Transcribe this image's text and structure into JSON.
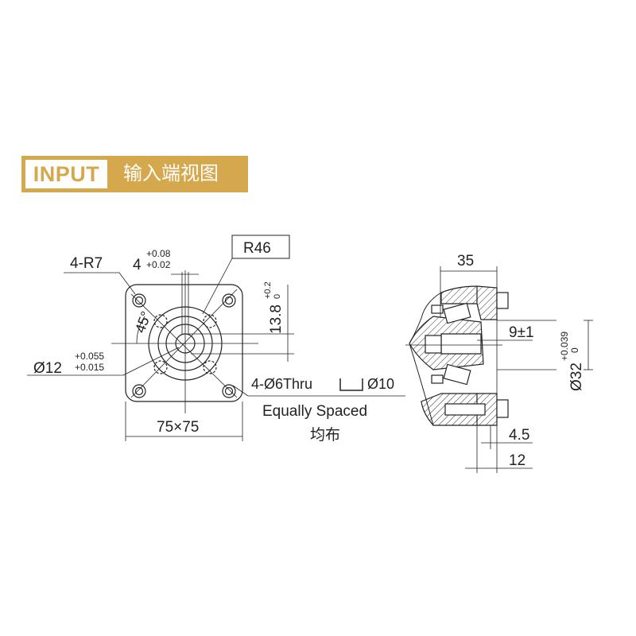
{
  "header": {
    "tag": "INPUT",
    "title": "输入端视图"
  },
  "front_view": {
    "corner_radius_label": "4-R7",
    "keyway_width": "4",
    "keyway_tol_upper": "+0.08",
    "keyway_tol_lower": "+0.02",
    "pcd_label": "R46",
    "key_height": "13.8",
    "key_height_tol_upper": "+0.2",
    "key_height_tol_lower": "0",
    "angle_label": "45°",
    "shaft_dia": "Ø12",
    "shaft_tol_upper": "+0.055",
    "shaft_tol_lower": "+0.015",
    "holes_label": "4-Ø6Thru",
    "counterbore_label": "Ø10",
    "equally_spaced": "Equally Spaced",
    "equally_spaced_cn": "均布",
    "flange_size": "75×75"
  },
  "side_view": {
    "length": "35",
    "depth": "9±1",
    "bore_dia": "Ø32",
    "bore_tol_upper": "+0.039",
    "bore_tol_lower": "0",
    "flange_thickness": "4.5",
    "pilot_length": "12"
  }
}
